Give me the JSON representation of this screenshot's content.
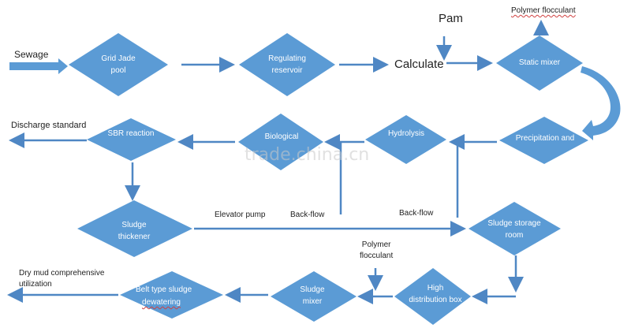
{
  "colors": {
    "node_fill": "#5b9bd5",
    "arrow": "#4f87c4",
    "text": "#222222"
  },
  "nodes": {
    "grid_jade_pool": "Grid      Jade\npool",
    "regulating_reservoir": "Regulating\nreservoir",
    "static_mixer": "Static mixer",
    "precipitation": "Precipitation   and",
    "hydrolysis": "Hydrolysis",
    "biological": "Biological",
    "sbr_reaction": "SBR  reaction",
    "sludge_thickener": "Sludge\nthickener",
    "sludge_storage_room": "Sludge   storage\nroom",
    "high_distribution_box": "High\ndistribution box",
    "sludge_mixer": "Sludge\nmixer",
    "belt_type_sludge_dewatering_line1": "Belt   type   sludge",
    "belt_type_sludge_dewatering_line2": "dewatering"
  },
  "labels": {
    "sewage": "Sewage",
    "calculate": "Calculate",
    "pam": "Pam",
    "polymer_flocculant_top": "Polymer flocculant",
    "discharge_standard": "Discharge standard",
    "elevator_pump": "Elevator pump",
    "back_flow_1": "Back-flow",
    "back_flow_2": "Back-flow",
    "polymer_flocculant_bottom": "Polymer\nflocculant",
    "dry_mud": "Dry   mud   comprehensive\nutilization"
  },
  "watermark": "trade.china.cn"
}
